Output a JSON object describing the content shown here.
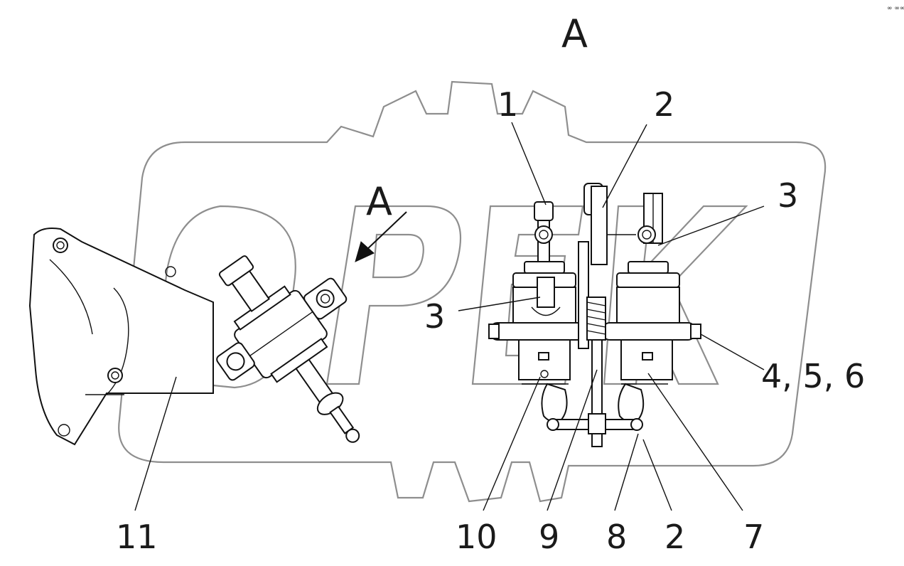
{
  "view_title": "A",
  "view_arrow_label": "A",
  "corner_mark": "∞ ∞∞",
  "callouts": {
    "c1": "1",
    "c2_top": "2",
    "c3_right": "3",
    "c3_left": "3",
    "c456": "4, 5, 6",
    "c11": "11",
    "c10": "10",
    "c9": "9",
    "c8": "8",
    "c2_bottom": "2",
    "c7": "7"
  },
  "colors": {
    "line": "#111111",
    "watermark": "#8e8e8e",
    "background": "#ffffff"
  }
}
